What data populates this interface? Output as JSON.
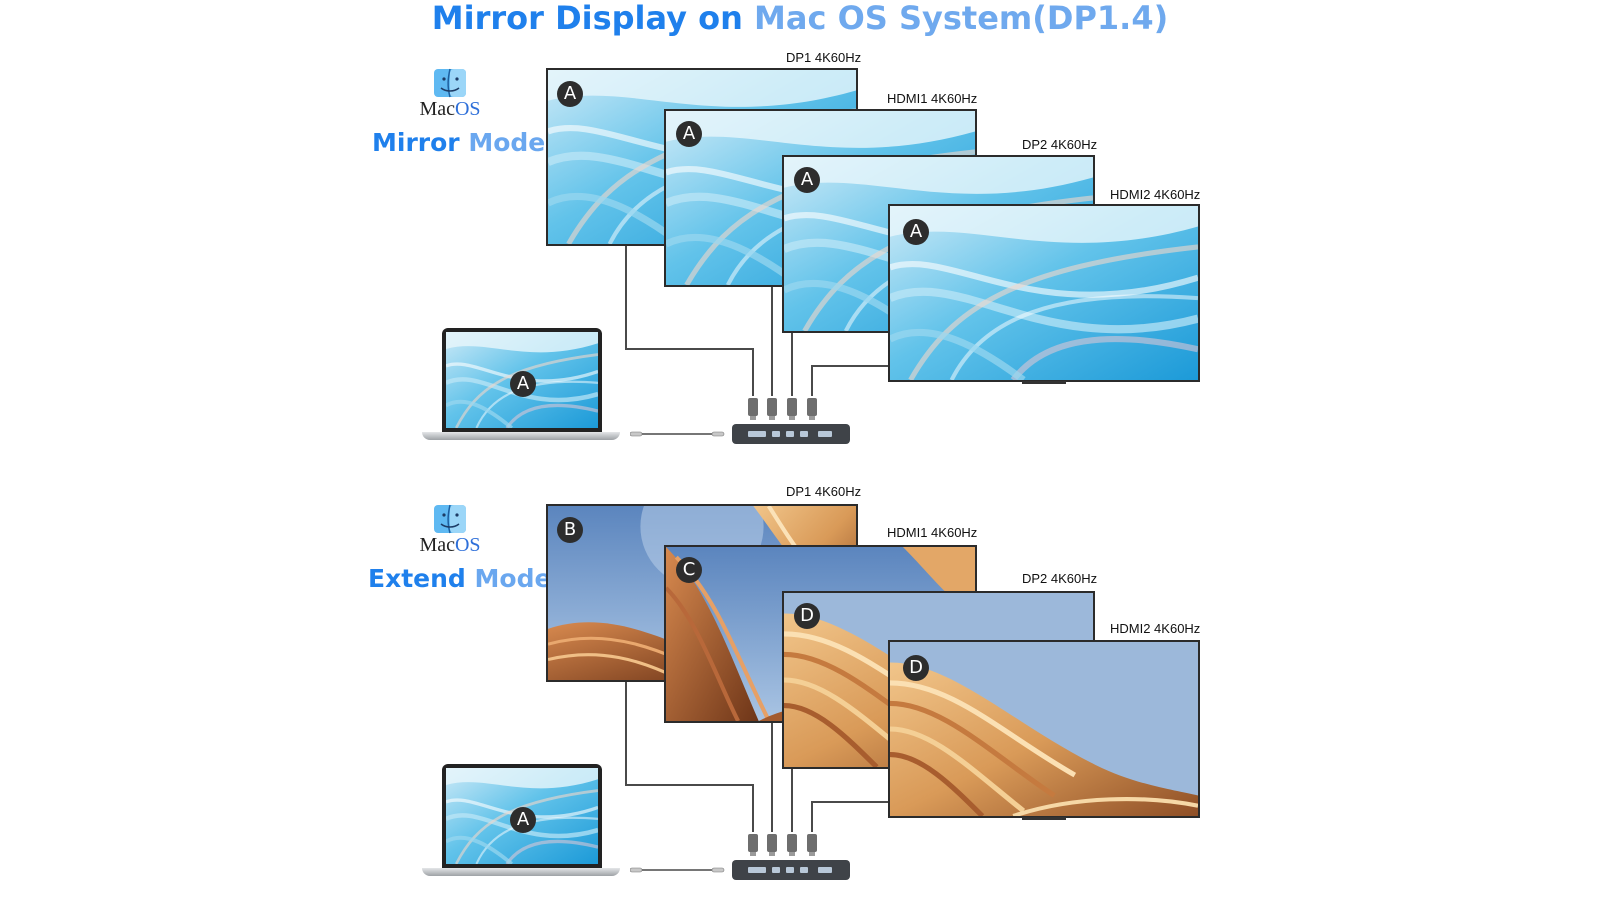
{
  "title": {
    "part1": "Mirror Display on ",
    "part2": "Mac OS System(DP1.4)"
  },
  "colors": {
    "accent": "#1f80ec",
    "accent_light": "#6fa9ee"
  },
  "sections": [
    {
      "id": "mirror",
      "os_label": {
        "mac": "Mac",
        "os": "OS"
      },
      "mode": {
        "word": "Mirror",
        "suffix": "Mode"
      },
      "laptop_badge": "A",
      "monitors": [
        {
          "label": "DP1 4K60Hz",
          "badge": "A",
          "wallpaper": "blue-waves"
        },
        {
          "label": "HDMI1 4K60Hz",
          "badge": "A",
          "wallpaper": "blue-waves"
        },
        {
          "label": "DP2 4K60Hz",
          "badge": "A",
          "wallpaper": "blue-waves"
        },
        {
          "label": "HDMI2 4K60Hz",
          "badge": "A",
          "wallpaper": "blue-waves"
        }
      ]
    },
    {
      "id": "extend",
      "os_label": {
        "mac": "Mac",
        "os": "OS"
      },
      "mode": {
        "word": "Extend",
        "suffix": "Mode"
      },
      "laptop_badge": "A",
      "monitors": [
        {
          "label": "DP1 4K60Hz",
          "badge": "B",
          "wallpaper": "desert-moon"
        },
        {
          "label": "HDMI1 4K60Hz",
          "badge": "C",
          "wallpaper": "desert-canyon"
        },
        {
          "label": "DP2 4K60Hz",
          "badge": "D",
          "wallpaper": "desert-dunes"
        },
        {
          "label": "HDMI2 4K60Hz",
          "badge": "D",
          "wallpaper": "desert-dunes"
        }
      ]
    }
  ],
  "icons": [
    "finder-icon",
    "laptop-icon",
    "usb-c-cable-icon",
    "docking-hub-icon",
    "monitor-icon"
  ]
}
